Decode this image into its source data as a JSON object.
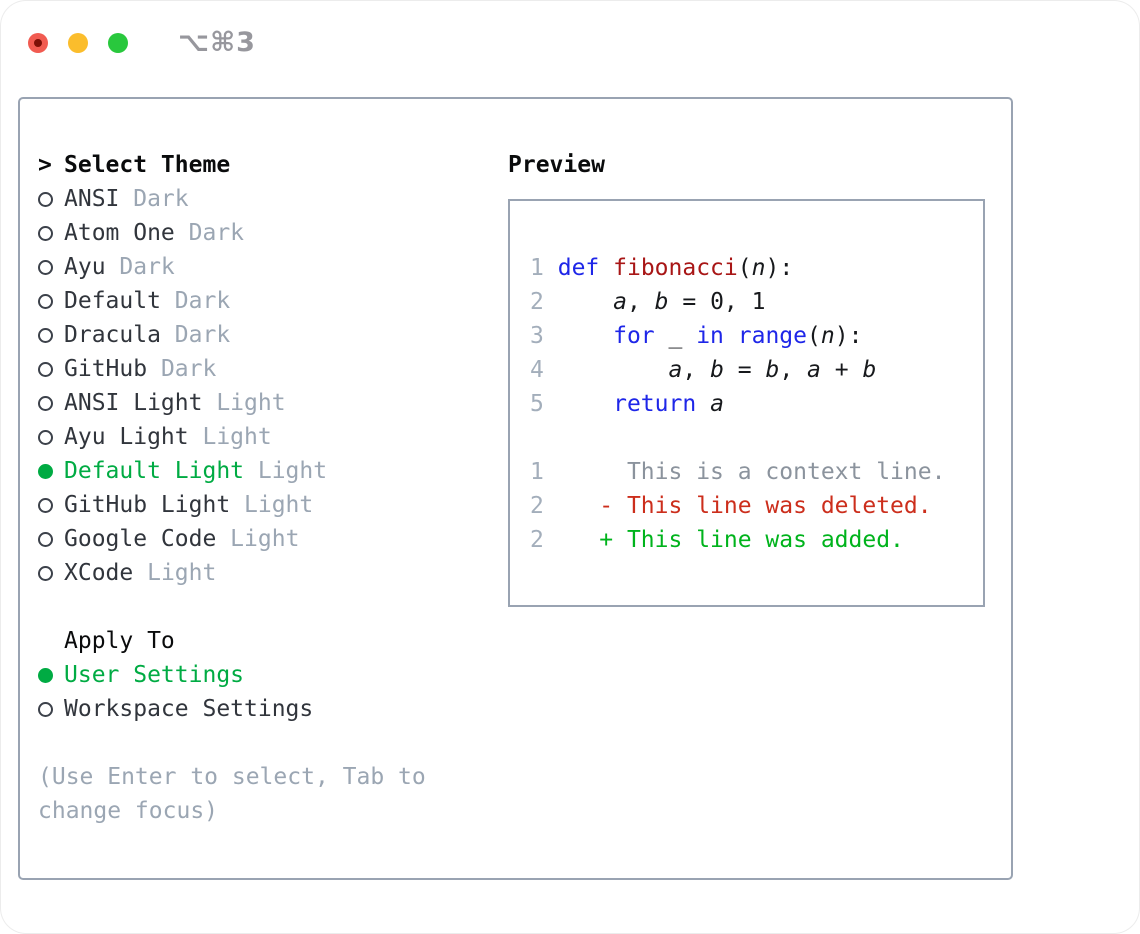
{
  "titlebar": {
    "shortcut": "⌥⌘3",
    "buttons": [
      {
        "name": "close",
        "has_dot": true
      },
      {
        "name": "minimize",
        "has_dot": false
      },
      {
        "name": "zoom",
        "has_dot": false
      }
    ]
  },
  "theme_panel": {
    "prompt": ">",
    "title": "Select Theme",
    "items": [
      {
        "name": "ANSI",
        "variant": "Dark",
        "selected": false
      },
      {
        "name": "Atom One",
        "variant": "Dark",
        "selected": false
      },
      {
        "name": "Ayu",
        "variant": "Dark",
        "selected": false
      },
      {
        "name": "Default",
        "variant": "Dark",
        "selected": false
      },
      {
        "name": "Dracula",
        "variant": "Dark",
        "selected": false
      },
      {
        "name": "GitHub",
        "variant": "Dark",
        "selected": false
      },
      {
        "name": "ANSI Light",
        "variant": "Light",
        "selected": false
      },
      {
        "name": "Ayu Light",
        "variant": "Light",
        "selected": false
      },
      {
        "name": "Default Light",
        "variant": "Light",
        "selected": true
      },
      {
        "name": "GitHub Light",
        "variant": "Light",
        "selected": false
      },
      {
        "name": "Google Code",
        "variant": "Light",
        "selected": false
      },
      {
        "name": "XCode",
        "variant": "Light",
        "selected": false
      }
    ],
    "apply_to": {
      "title": "Apply To",
      "options": [
        {
          "label": "User Settings",
          "selected": true
        },
        {
          "label": "Workspace Settings",
          "selected": false
        }
      ]
    },
    "help": [
      "(Use Enter to select, Tab to",
      "change focus)"
    ]
  },
  "preview": {
    "title": "Preview",
    "lines": [
      {
        "num": "1",
        "segments": [
          {
            "text": "def",
            "style": "kw"
          },
          {
            "text": " ",
            "style": "plain"
          },
          {
            "text": "fibonacci",
            "style": "fn"
          },
          {
            "text": "(",
            "style": "plain"
          },
          {
            "text": "n",
            "style": "var"
          },
          {
            "text": "):",
            "style": "plain"
          }
        ]
      },
      {
        "num": "2",
        "segments": [
          {
            "text": "    ",
            "style": "plain"
          },
          {
            "text": "a",
            "style": "var"
          },
          {
            "text": ", ",
            "style": "plain"
          },
          {
            "text": "b",
            "style": "var"
          },
          {
            "text": " = 0, 1",
            "style": "plain"
          }
        ]
      },
      {
        "num": "3",
        "segments": [
          {
            "text": "    ",
            "style": "plain"
          },
          {
            "text": "for",
            "style": "kw"
          },
          {
            "text": " _ ",
            "style": "plain"
          },
          {
            "text": "in",
            "style": "kw"
          },
          {
            "text": " ",
            "style": "plain"
          },
          {
            "text": "range",
            "style": "kw"
          },
          {
            "text": "(",
            "style": "plain"
          },
          {
            "text": "n",
            "style": "var"
          },
          {
            "text": "):",
            "style": "plain"
          }
        ]
      },
      {
        "num": "4",
        "segments": [
          {
            "text": "        ",
            "style": "plain"
          },
          {
            "text": "a",
            "style": "var"
          },
          {
            "text": ", ",
            "style": "plain"
          },
          {
            "text": "b",
            "style": "var"
          },
          {
            "text": " = ",
            "style": "plain"
          },
          {
            "text": "b",
            "style": "var"
          },
          {
            "text": ", ",
            "style": "plain"
          },
          {
            "text": "a",
            "style": "var"
          },
          {
            "text": " + ",
            "style": "plain"
          },
          {
            "text": "b",
            "style": "var"
          }
        ]
      },
      {
        "num": "5",
        "segments": [
          {
            "text": "    ",
            "style": "plain"
          },
          {
            "text": "return",
            "style": "kw"
          },
          {
            "text": " ",
            "style": "plain"
          },
          {
            "text": "a",
            "style": "var"
          }
        ]
      },
      {
        "num": "",
        "segments": []
      },
      {
        "num": "1",
        "segments": [
          {
            "text": "     This is a context line.",
            "style": "ctx"
          }
        ]
      },
      {
        "num": "2",
        "segments": [
          {
            "text": "   - This line was deleted.",
            "style": "del"
          }
        ]
      },
      {
        "num": "2",
        "segments": [
          {
            "text": "   + This line was added.",
            "style": "add"
          }
        ]
      }
    ]
  },
  "colors": {
    "accent": "#00ab43",
    "keyword": "#1e26e8",
    "function_name": "#a81616",
    "diff_deleted": "#cc2e1c",
    "diff_added": "#00b31c",
    "context": "#8b939d",
    "muted": "#9ba6b3",
    "line_number": "#a3aebb",
    "panel_border": "#99a3b2",
    "text": "#31353c",
    "heading": "#0a0b0c",
    "code_text": "#17191c",
    "shortcut": "#97979d",
    "traffic_red": "#f15b51",
    "traffic_red_dot": "#7d1007",
    "traffic_yellow": "#fbbd2c",
    "traffic_green": "#29c83d"
  }
}
